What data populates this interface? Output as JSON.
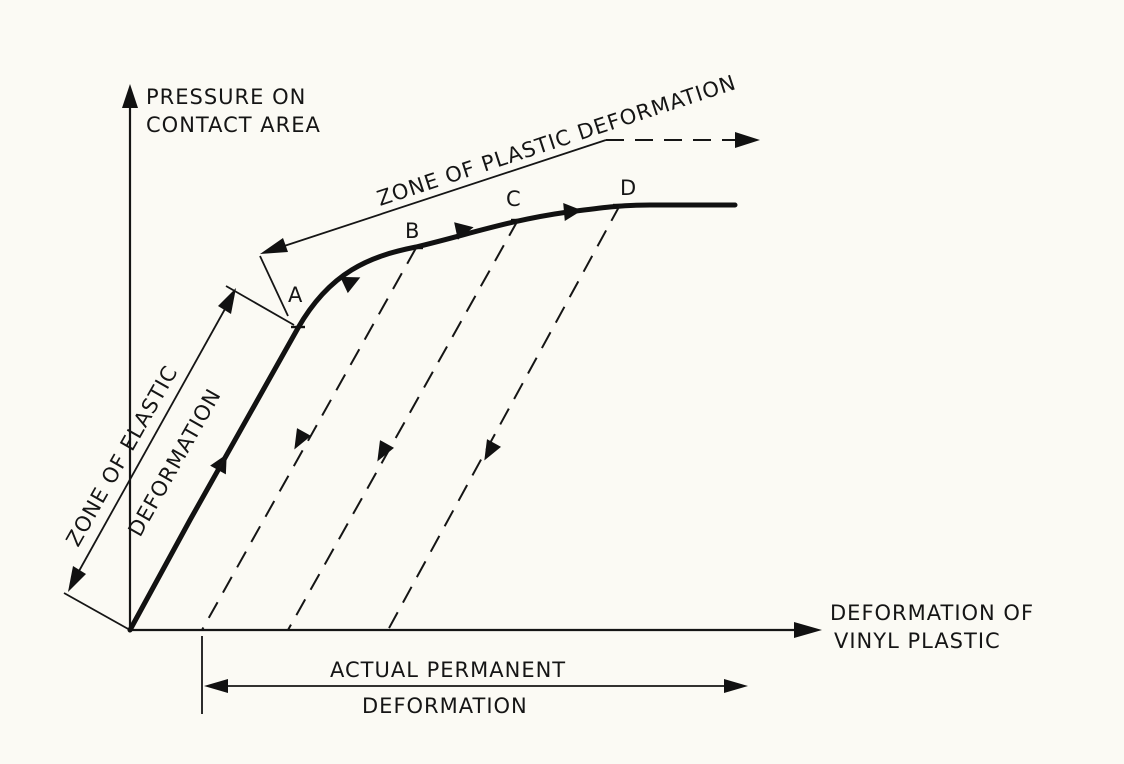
{
  "axes": {
    "y_label_line1": "PRESSURE ON",
    "y_label_line2": "CONTACT AREA",
    "x_label_line1": "DEFORMATION OF",
    "x_label_line2": "VINYL PLASTIC"
  },
  "zones": {
    "plastic": "ZONE OF PLASTIC DEFORMATION",
    "elastic_line1": "ZONE OF ELASTIC",
    "elastic_line2": "DEFORMATION"
  },
  "points": [
    "A",
    "B",
    "C",
    "D"
  ],
  "permanent": {
    "line1": "ACTUAL PERMANENT",
    "line2": "DEFORMATION"
  }
}
